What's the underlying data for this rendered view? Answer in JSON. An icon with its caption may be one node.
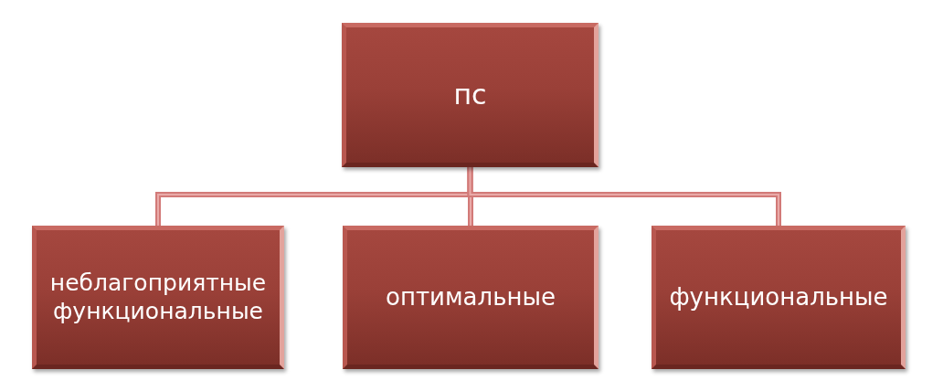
{
  "diagram": {
    "nodes": [
      {
        "text": [
          "пс"
        ]
      },
      {
        "text": [
          "неблагоприятные функциональные"
        ]
      },
      {
        "text": [
          "оптимальные"
        ]
      },
      {
        "text": [
          "функциональные"
        ]
      }
    ],
    "edges": [
      {
        "from": 0,
        "to": 1,
        "arrow": "none"
      },
      {
        "from": 0,
        "to": 2,
        "arrow": "none"
      },
      {
        "from": 0,
        "to": 3,
        "arrow": "none"
      }
    ]
  }
}
